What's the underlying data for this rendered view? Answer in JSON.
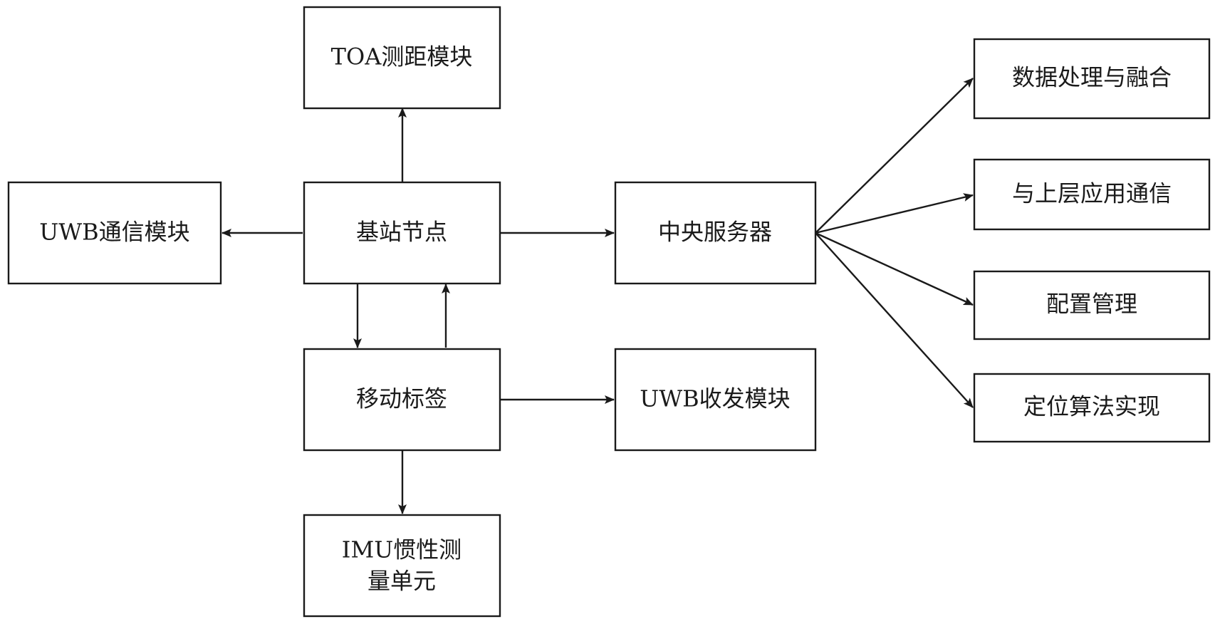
{
  "nodes": {
    "toa": {
      "label": "TOA测距模块"
    },
    "uwb_comm": {
      "label": "UWB通信模块"
    },
    "base_station": {
      "label": "基站节点"
    },
    "central_server": {
      "label": "中央服务器"
    },
    "data_fusion": {
      "label": "数据处理与融合"
    },
    "upper_comm": {
      "label": "与上层应用通信"
    },
    "config": {
      "label": "配置管理"
    },
    "algorithm": {
      "label": "定位算法实现"
    },
    "mobile_tag": {
      "label": "移动标签"
    },
    "uwb_transceiver": {
      "label": "UWB收发模块"
    },
    "imu": {
      "line1": "IMU惯性测",
      "line2": "量单元"
    }
  },
  "edges": [
    {
      "from": "base_station",
      "to": "toa"
    },
    {
      "from": "base_station",
      "to": "uwb_comm"
    },
    {
      "from": "base_station",
      "to": "central_server"
    },
    {
      "from": "base_station",
      "to": "mobile_tag"
    },
    {
      "from": "mobile_tag",
      "to": "base_station"
    },
    {
      "from": "mobile_tag",
      "to": "uwb_transceiver"
    },
    {
      "from": "mobile_tag",
      "to": "imu"
    },
    {
      "from": "central_server",
      "to": "data_fusion"
    },
    {
      "from": "central_server",
      "to": "upper_comm"
    },
    {
      "from": "central_server",
      "to": "config"
    },
    {
      "from": "central_server",
      "to": "algorithm"
    }
  ],
  "colors": {
    "stroke": "#1a1a1a",
    "background": "#ffffff"
  }
}
